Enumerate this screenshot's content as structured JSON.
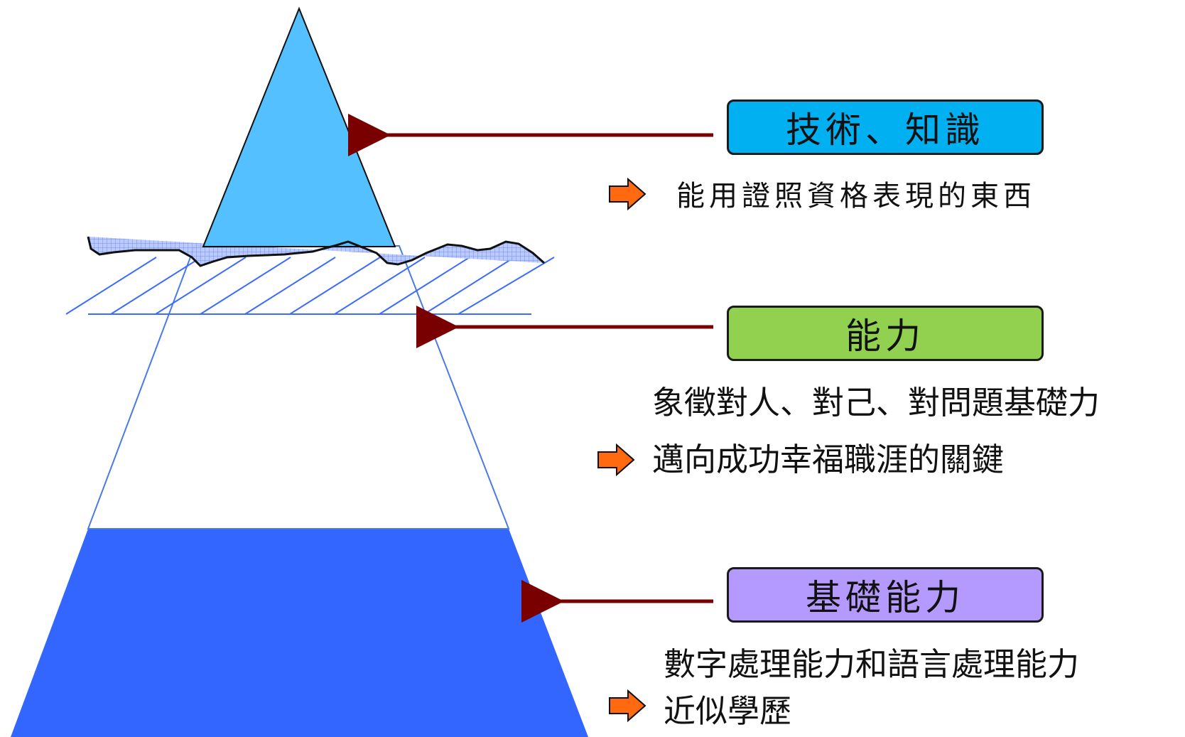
{
  "colors": {
    "tip_fill": "#55C0FF",
    "base_fill": "#3366FF",
    "outline": "#4A7AE6",
    "arrow": "#7A0000",
    "bullet_arrow": "#FF6A10",
    "box_skills": "#00B0F0",
    "box_ability": "#92D050",
    "box_basic": "#B49AFF"
  },
  "levels": [
    {
      "id": "skills",
      "title": "技術、知識",
      "lines": [
        "能用證照資格表現的東西"
      ]
    },
    {
      "id": "ability",
      "title": "能力",
      "lines": [
        "象徵對人、對己、對問題基礎力",
        "邁向成功幸福職涯的關鍵"
      ]
    },
    {
      "id": "basic",
      "title": "基礎能力",
      "lines": [
        "數字處理能力和語言處理能力",
        "近似學歷"
      ]
    }
  ],
  "icons": {
    "pointer_arrow": "left-arrow-icon",
    "bullet": "right-block-arrow-icon"
  }
}
